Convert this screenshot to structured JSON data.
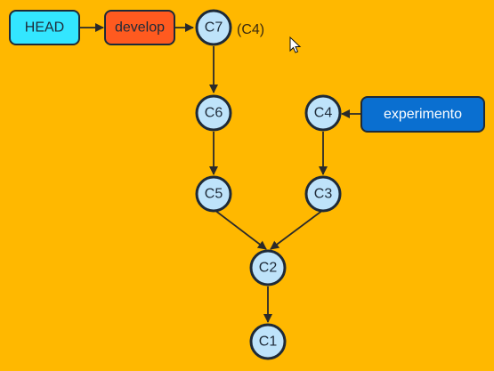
{
  "colors": {
    "background": "#FFB800",
    "commit_fill": "#BEE3FA",
    "commit_stroke": "#1E2A38",
    "head_fill": "#33E6FF",
    "develop_fill": "#FF5A1F",
    "experimento_fill": "#0A6FD0",
    "edge": "#2A2A2A"
  },
  "commits": [
    {
      "id": "c7",
      "label": "C7"
    },
    {
      "id": "c6",
      "label": "C6"
    },
    {
      "id": "c5",
      "label": "C5"
    },
    {
      "id": "c4",
      "label": "C4"
    },
    {
      "id": "c3",
      "label": "C3"
    },
    {
      "id": "c2",
      "label": "C2"
    },
    {
      "id": "c1",
      "label": "C1"
    }
  ],
  "refs": [
    {
      "id": "head",
      "label": "HEAD",
      "fill": "#33E6FF",
      "text_color": "#1E2A38"
    },
    {
      "id": "develop",
      "label": "develop",
      "fill": "#FF5A1F",
      "text_color": "#1E2A38"
    },
    {
      "id": "experimento",
      "label": "experimento",
      "fill": "#0A6FD0",
      "text_color": "#FFFFFF"
    }
  ],
  "note": "(C4)",
  "cursor_icon": "mouse-pointer-icon"
}
